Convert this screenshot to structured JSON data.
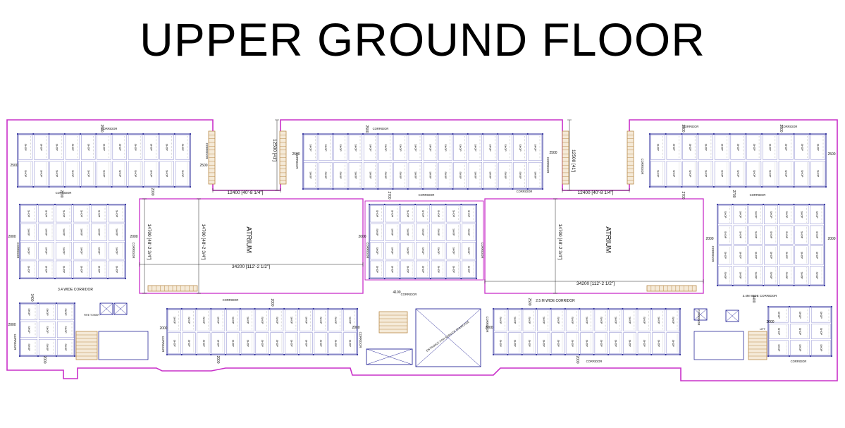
{
  "title": "UPPER GROUND FLOOR",
  "colors": {
    "outline": "#c930c9",
    "wall": "#2a2a9a",
    "grid": "#8a8acf",
    "dim": "#222222",
    "stair": "#b98a4a",
    "atrium_rail": "#2a2a9a"
  },
  "labels": {
    "corridor": "CORRIDOR",
    "shop": "SHOP",
    "atrium": "ATRIUM",
    "wide_corridor_left": "3.4 WIDE CORRIDOR",
    "wide_corridor_mid": "2.5 M WIDE CORRIDOR",
    "wide_corridor_right": "3.4M WIDE CORRIDOR",
    "fire_tower": "FIRE TOWER",
    "lift": "LIFT",
    "entrance_note": "ENTRANCE FOR SERVICE STAIRCASE"
  },
  "dimensions": {
    "d2500": "2500",
    "d2000": "2000",
    "d2700": "2700",
    "d4100": "4100",
    "d3400": "3400",
    "span_12400": "12400 [40'-8 1/4\"]",
    "span_34200": "34200 [112'-2 1/2\"]",
    "span_14700": "14700 [48'-2 3/4\"]",
    "span_12500": "12500 [41']"
  }
}
